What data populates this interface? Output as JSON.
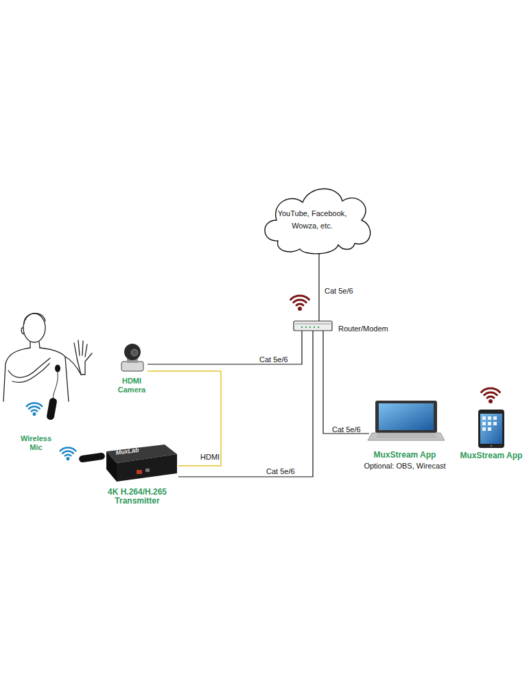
{
  "diagram": {
    "nodes": [
      {
        "text": [
          "YouTube, Facebook, Wowza, etc."
        ]
      },
      {
        "text": [
          "Router/Modem"
        ]
      },
      {
        "text": [
          "HDMI Camera"
        ]
      },
      {
        "text": [
          "Wireless Mic"
        ]
      },
      {
        "text": [
          "4K H.264/H.265 Transmitter"
        ]
      },
      {
        "text": [
          "MuxStream App",
          "Optional: OBS, Wirecast"
        ]
      },
      {
        "text": [
          "MuxStream App"
        ]
      }
    ],
    "edges": [
      {
        "from": 0,
        "to": 1,
        "label": "Cat 5e/6",
        "arrow": "none"
      },
      {
        "from": 2,
        "to": 1,
        "label": "Cat 5e/6",
        "arrow": "none"
      },
      {
        "from": 2,
        "to": 4,
        "label": "HDMI",
        "arrow": "none"
      },
      {
        "from": 4,
        "to": 1,
        "label": "Cat 5e/6",
        "arrow": "none"
      },
      {
        "from": 1,
        "to": 5,
        "label": "Cat 5e/6",
        "arrow": "none"
      }
    ],
    "labels": [
      "MuxLab"
    ]
  }
}
